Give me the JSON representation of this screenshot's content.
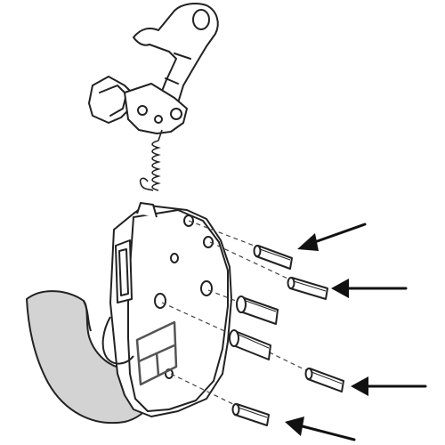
{
  "diagram": {
    "stroke_color": "#222222",
    "hook_fill_color": "#d3d3d3",
    "arrow_color": "#111111",
    "components": [
      "latch-lever-assembly",
      "return-spring",
      "hook-housing",
      "lower-hook",
      "roll-pin-1",
      "roll-pin-2",
      "spacer-bushing-1",
      "spacer-bushing-2",
      "roll-pin-3",
      "roll-pin-4"
    ],
    "arrow_count": 4
  }
}
